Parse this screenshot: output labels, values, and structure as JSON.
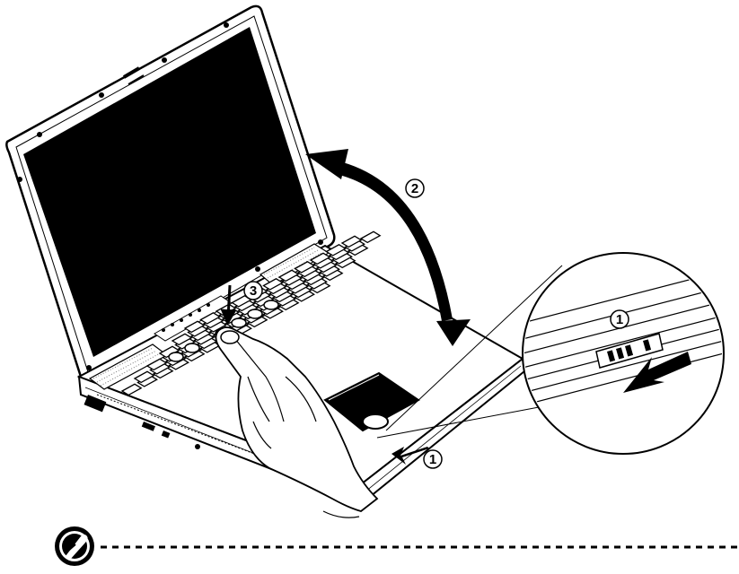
{
  "callouts": {
    "step_open_lid": "2",
    "step_slide_latch_main": "1",
    "step_slide_latch_zoom": "1",
    "step_press_power": "3"
  },
  "colors": {
    "ink": "#000000",
    "paper": "#ffffff",
    "screen": "#000000"
  },
  "icons": {
    "note": "note-pen-icon"
  }
}
